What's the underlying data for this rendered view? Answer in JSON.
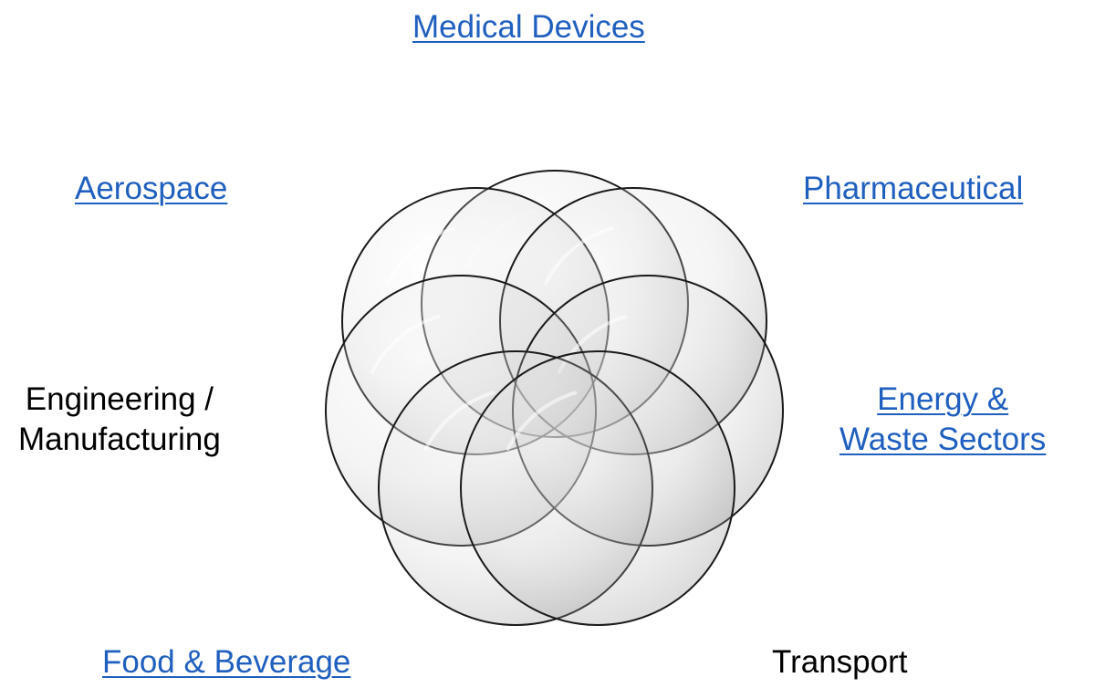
{
  "sectors": {
    "medical_devices": "Medical Devices",
    "aerospace": "Aerospace",
    "pharmaceutical": "Pharmaceutical",
    "engineering_line1": "Engineering /",
    "engineering_line2": "Manufacturing",
    "energy_line1": "Energy &",
    "energy_line2": "Waste Sectors",
    "food_beverage": "Food & Beverage",
    "transport": "Transport"
  },
  "colors": {
    "link": "#1f5fbf",
    "text": "#000000",
    "circle_stroke": "#1a1a1a",
    "circle_fill": "#b0b0b0"
  }
}
